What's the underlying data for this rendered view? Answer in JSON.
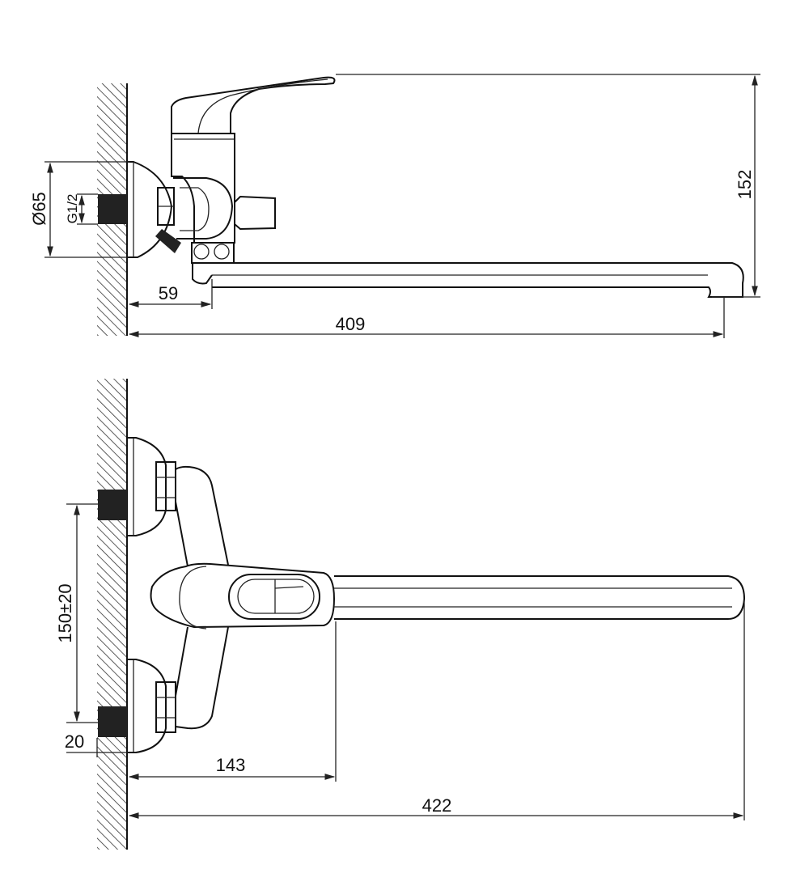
{
  "drawing": {
    "side_view": {
      "dimensions": {
        "height": "152",
        "flange_diameter": "Ø65",
        "thread": "G1/2",
        "wall_to_body": "59",
        "total_reach": "409"
      }
    },
    "front_view": {
      "dimensions": {
        "inlet_spacing": "150±20",
        "inlet_depth": "20",
        "wall_to_lever": "143",
        "total_reach": "422"
      }
    },
    "colors": {
      "line": "#111111",
      "fill": "#ffffff"
    }
  }
}
